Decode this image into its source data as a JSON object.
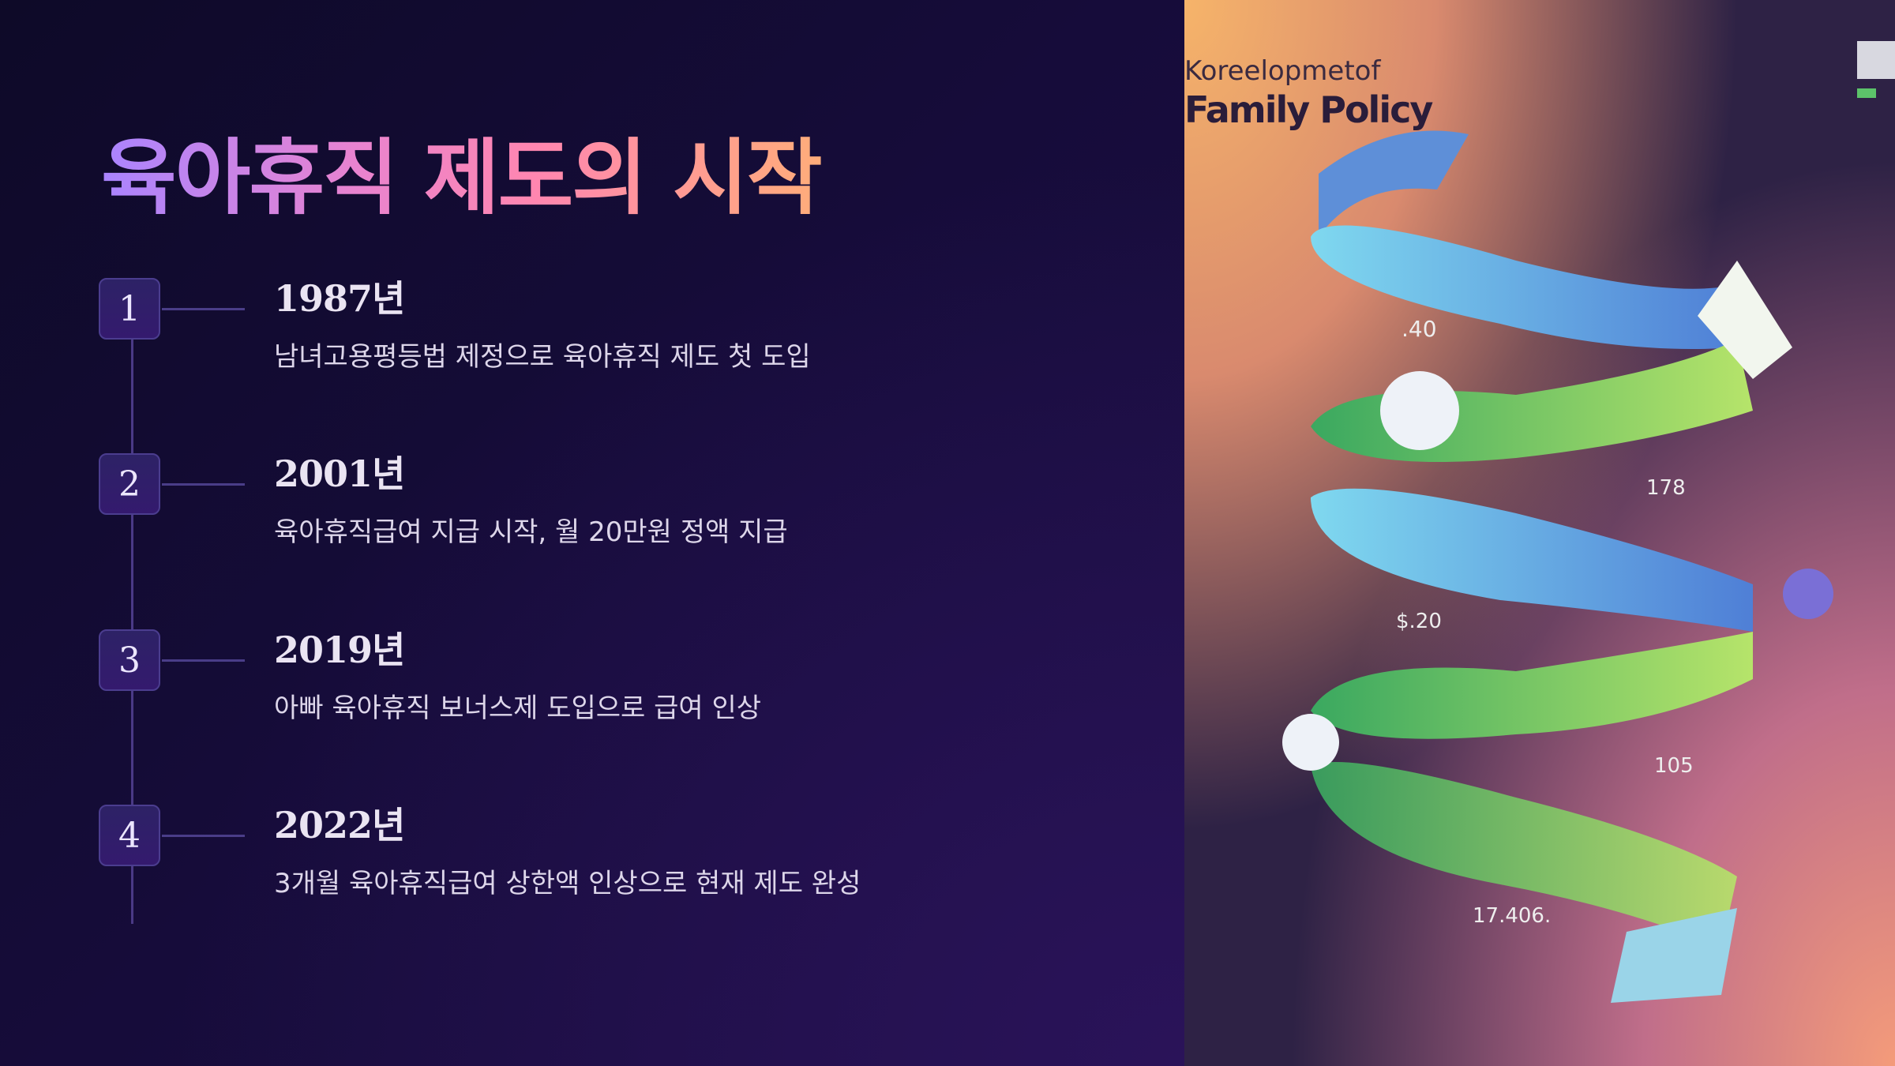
{
  "slide": {
    "title": "육아휴직 제도의 시작",
    "timeline": [
      {
        "number": "1",
        "year": "1987년",
        "description": "남녀고용평등법 제정으로 육아휴직 제도 첫 도입"
      },
      {
        "number": "2",
        "year": "2001년",
        "description": "육아휴직급여 지급 시작, 월 20만원 정액 지급"
      },
      {
        "number": "3",
        "year": "2019년",
        "description": "아빠 육아휴직 보너스제 도입으로 급여 인상"
      },
      {
        "number": "4",
        "year": "2022년",
        "description": "3개월 육아휴직급여 상한액 인상으로 현재 제도 완성"
      }
    ]
  },
  "illustration": {
    "title_line1": "Koreelopmetof",
    "title_line2": "Family Policy",
    "numbers": [
      ".40",
      "178",
      "$.20",
      "105",
      "17.406."
    ],
    "colors": {
      "ribbon_blue": "#6fc3ea",
      "ribbon_green": "#8fd16a",
      "accent_green": "#8bc34a"
    }
  },
  "colors": {
    "title_gradient": [
      "#a984ff",
      "#ff86b0",
      "#ffad7a"
    ],
    "badge": "#2d2266",
    "background": "#120a2e"
  }
}
